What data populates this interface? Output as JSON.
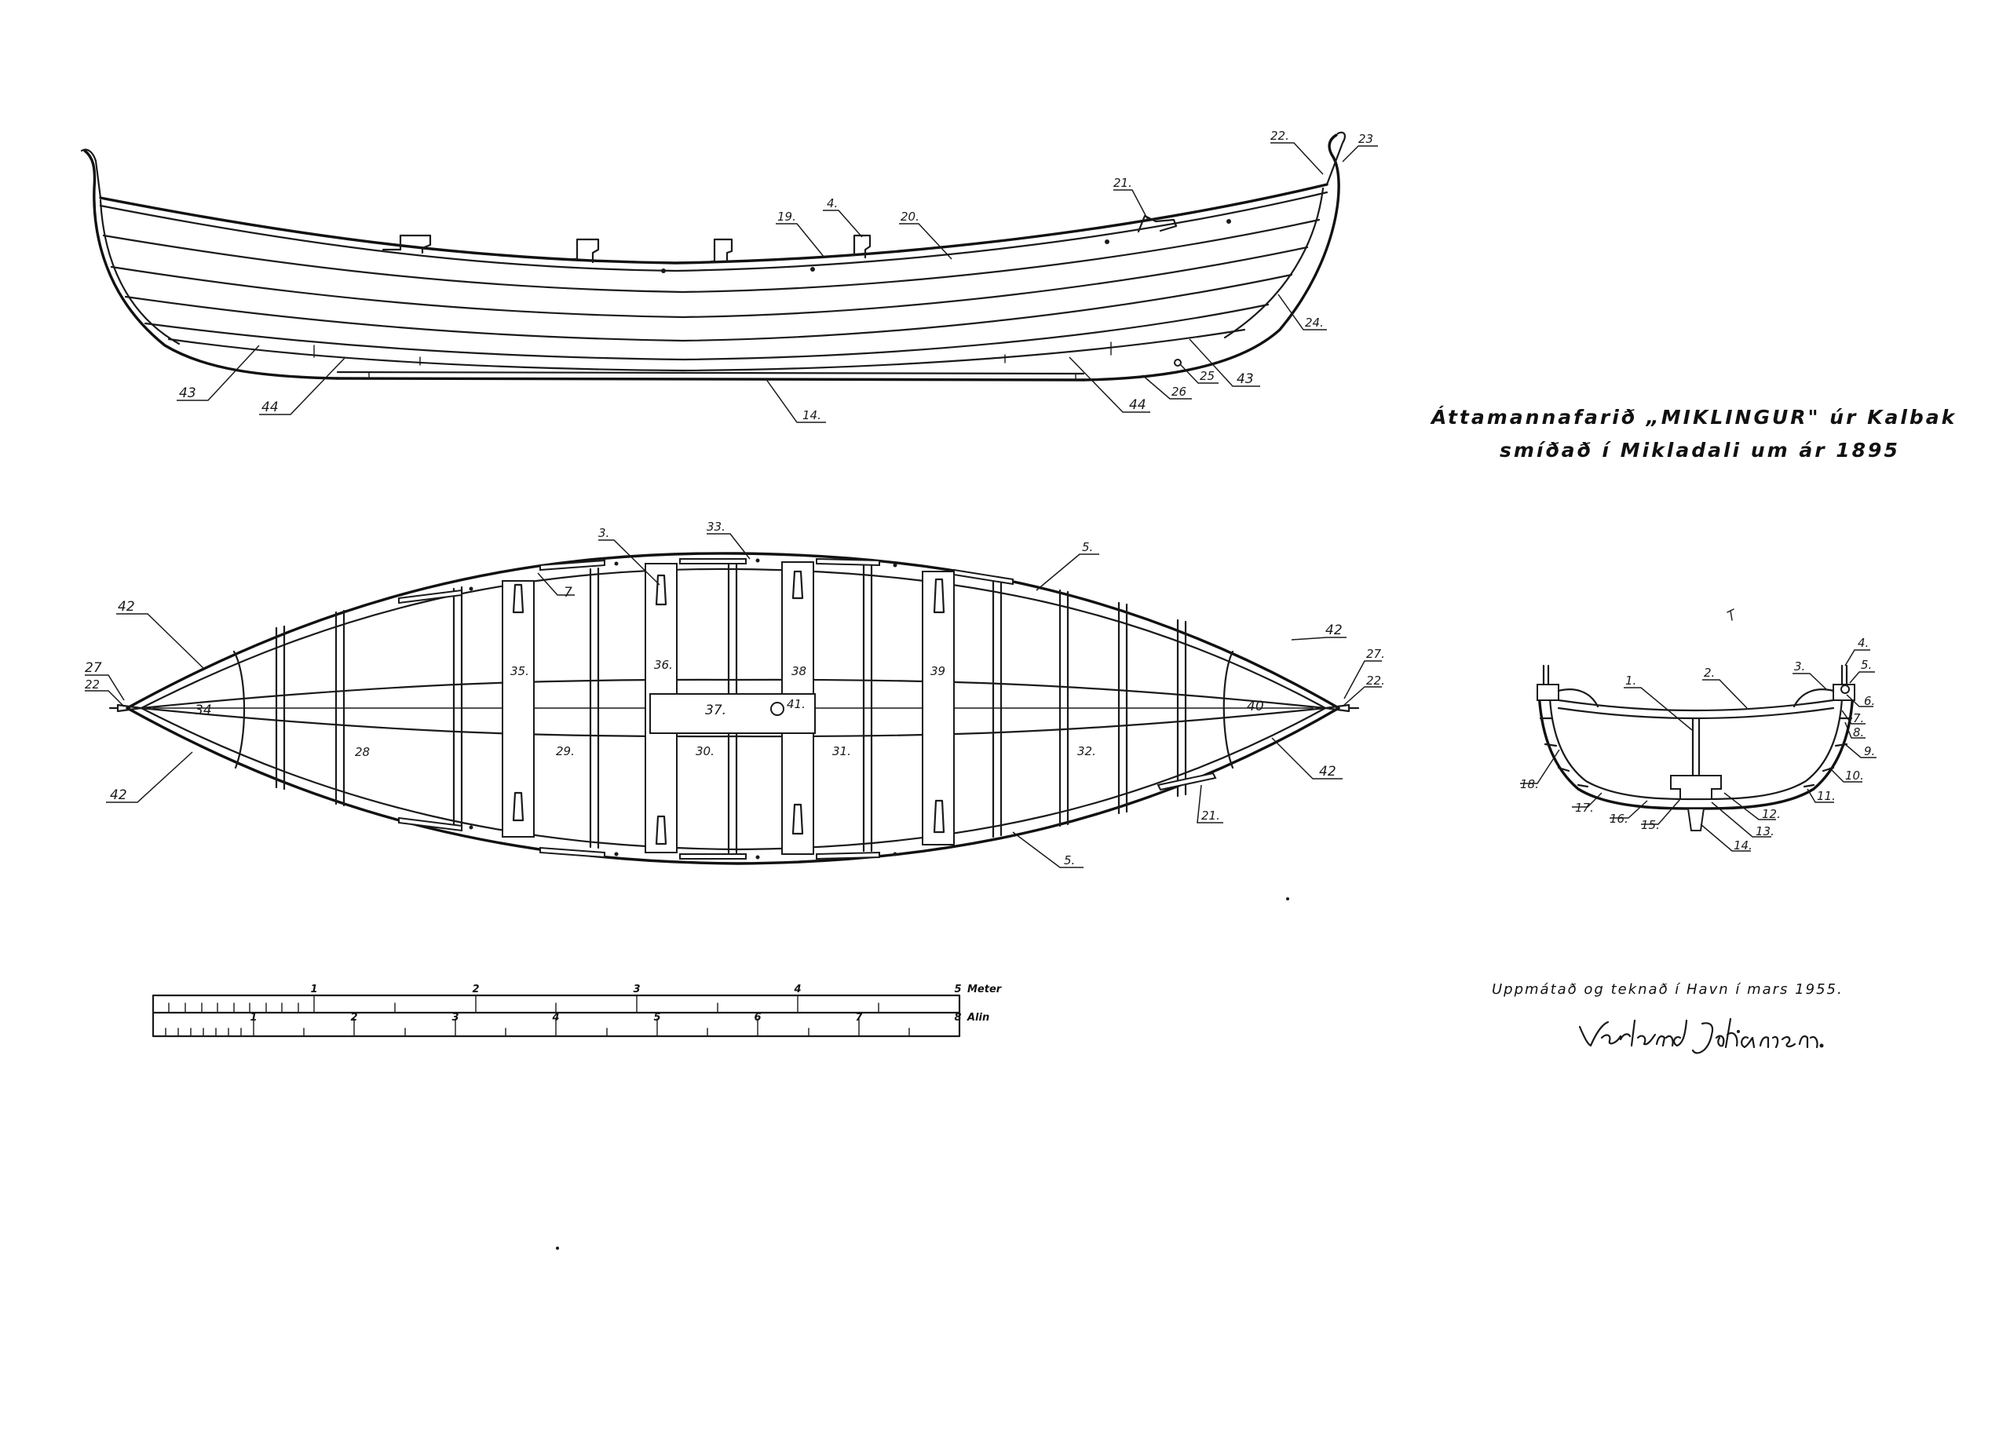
{
  "title": {
    "line1": "Áttamannafarið „MIKLINGUR\" úr Kalbak",
    "line2": "smíðað í Mikladali um ár 1895"
  },
  "credit": {
    "line": "Uppmátað og teknað í Havn í mars 1955.",
    "signature": "Verland Johansen."
  },
  "profile_labels": {
    "c22": "22.",
    "c23": "23",
    "c21": "21.",
    "c4": "4.",
    "c19": "19.",
    "c20": "20.",
    "c24": "24.",
    "c43a": "43",
    "c44a": "44",
    "c14": "14.",
    "c44b": "44",
    "c26": "26",
    "c25": "25",
    "c43b": "43"
  },
  "plan_labels": {
    "c3": "3.",
    "c33": "33.",
    "c5top": "5.",
    "c42tl": "42",
    "c42tr": "42",
    "c27l": "27",
    "c22l": "22",
    "c27r": "27.",
    "c22r": "22.",
    "c34": "34",
    "c35": "35.",
    "c36": "36.",
    "c38": "38",
    "c39": "39",
    "c40": "40",
    "c37": "37.",
    "c41": "41.",
    "c7": "7",
    "c28": "28",
    "c29": "29.",
    "c30": "30.",
    "c31": "31.",
    "c32": "32.",
    "c42bl": "42",
    "c42br": "42",
    "c21": "21.",
    "c5bot": "5."
  },
  "section_labels": {
    "c1": "1.",
    "c2": "2.",
    "c3": "3.",
    "c4": "4.",
    "c5": "5.",
    "c6": "6.",
    "c7": "7.",
    "c8": "8.",
    "c9": "9.",
    "c10": "10.",
    "c11": "11.",
    "c12": "12.",
    "c13": "13.",
    "c14": "14.",
    "c15": "15.",
    "c16": "16.",
    "c17": "17.",
    "c18": "18."
  },
  "scale": {
    "meter_ticks": [
      "1",
      "2",
      "3",
      "4",
      "5"
    ],
    "meter_unit": "Meter",
    "alin_ticks": [
      "1",
      "2",
      "3",
      "4",
      "5",
      "6",
      "7",
      "8"
    ],
    "alin_unit": "Alin"
  }
}
